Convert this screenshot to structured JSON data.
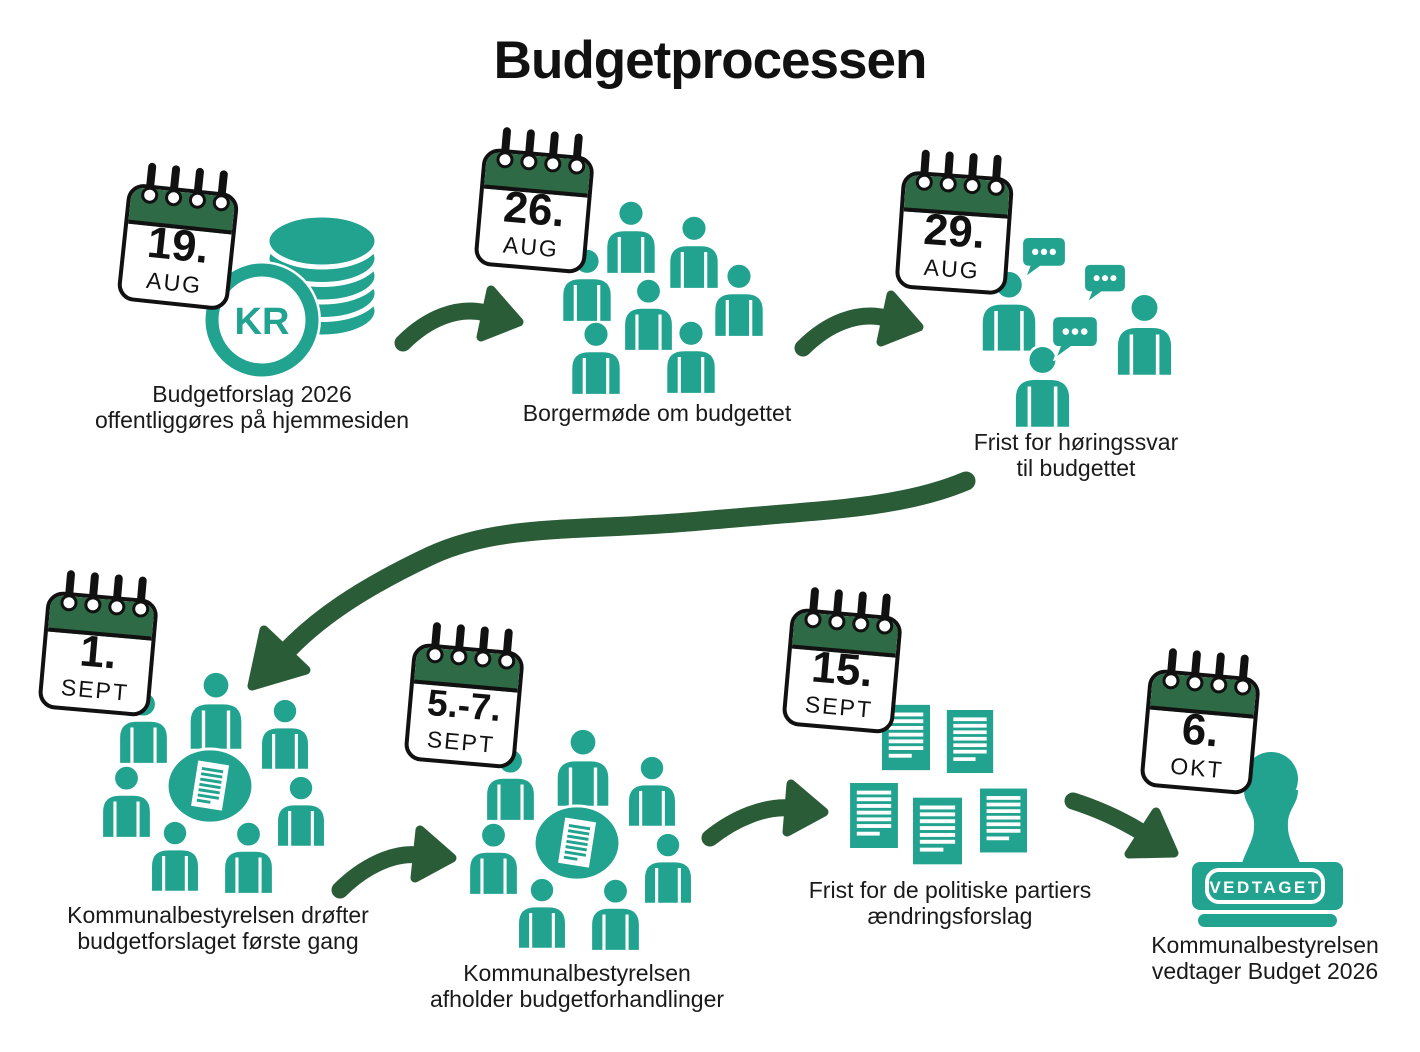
{
  "title": "Budgetprocessen",
  "colors": {
    "teal": "#21A390",
    "arrow_dark_green": "#2B5C38",
    "calendar_header_green": "#2E6A45",
    "text": "#1A1A1A"
  },
  "kr_badge_label": "KR",
  "stamp_label": "VEDTAGET",
  "steps": [
    {
      "date": "19.",
      "month": "AUG",
      "icon": "coins-kr-icon",
      "caption": [
        "Budgetforslag 2026",
        "offentliggøres på hjemmesiden"
      ]
    },
    {
      "date": "26.",
      "month": "AUG",
      "icon": "people-group-icon",
      "caption": [
        "Borgermøde om budgettet"
      ]
    },
    {
      "date": "29.",
      "month": "AUG",
      "icon": "people-speech-bubbles-icon",
      "caption": [
        "Frist for høringssvar",
        "til budgettet"
      ]
    },
    {
      "date": "1.",
      "month": "SEPT",
      "icon": "meeting-table-icon",
      "caption": [
        "Kommunalbestyrelsen drøfter",
        "budgetforslaget første gang"
      ]
    },
    {
      "date": "5.-7.",
      "month": "SEPT",
      "icon": "meeting-table-icon",
      "caption": [
        "Kommunalbestyrelsen",
        "afholder budgetforhandlinger"
      ]
    },
    {
      "date": "15.",
      "month": "SEPT",
      "icon": "documents-icon",
      "caption": [
        "Frist for de politiske partiers",
        "ændringsforslag"
      ]
    },
    {
      "date": "6.",
      "month": "OKT",
      "icon": "stamp-icon",
      "caption": [
        "Kommunalbestyrelsen",
        "vedtager Budget 2026"
      ]
    }
  ]
}
